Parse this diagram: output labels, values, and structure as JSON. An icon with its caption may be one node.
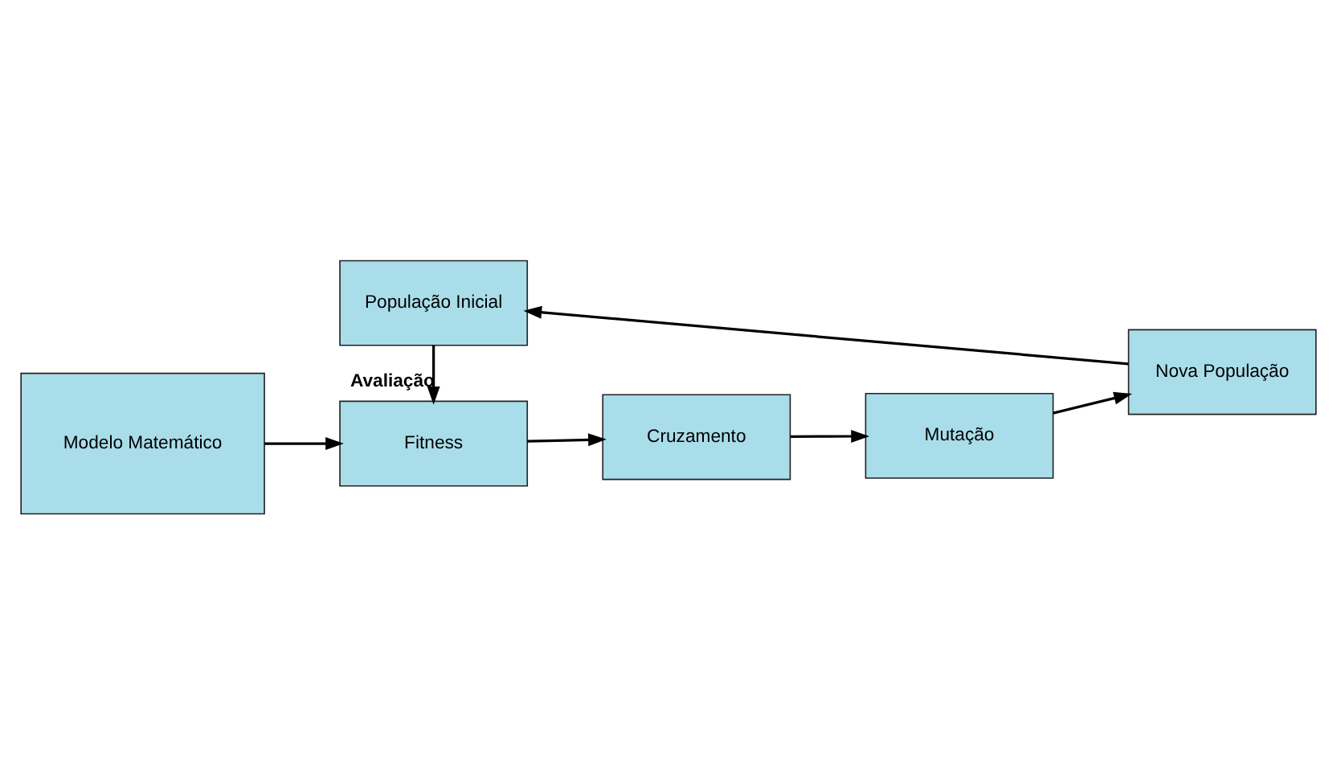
{
  "diagram": {
    "nodes": [
      {
        "text": [
          "Modelo Matemático"
        ]
      },
      {
        "text": [
          "População Inicial"
        ]
      },
      {
        "text": [
          "Fitness"
        ]
      },
      {
        "text": [
          "Cruzamento"
        ]
      },
      {
        "text": [
          "Mutação"
        ]
      },
      {
        "text": [
          "Nova População"
        ]
      }
    ],
    "edges": [
      {
        "from": 0,
        "to": 2,
        "arrow": "to"
      },
      {
        "from": 1,
        "to": 2,
        "arrow": "to",
        "label": "Avaliação"
      },
      {
        "from": 2,
        "to": 3,
        "arrow": "to"
      },
      {
        "from": 3,
        "to": 4,
        "arrow": "to"
      },
      {
        "from": 4,
        "to": 5,
        "arrow": "to"
      },
      {
        "from": 5,
        "to": 1,
        "arrow": "to"
      }
    ]
  }
}
